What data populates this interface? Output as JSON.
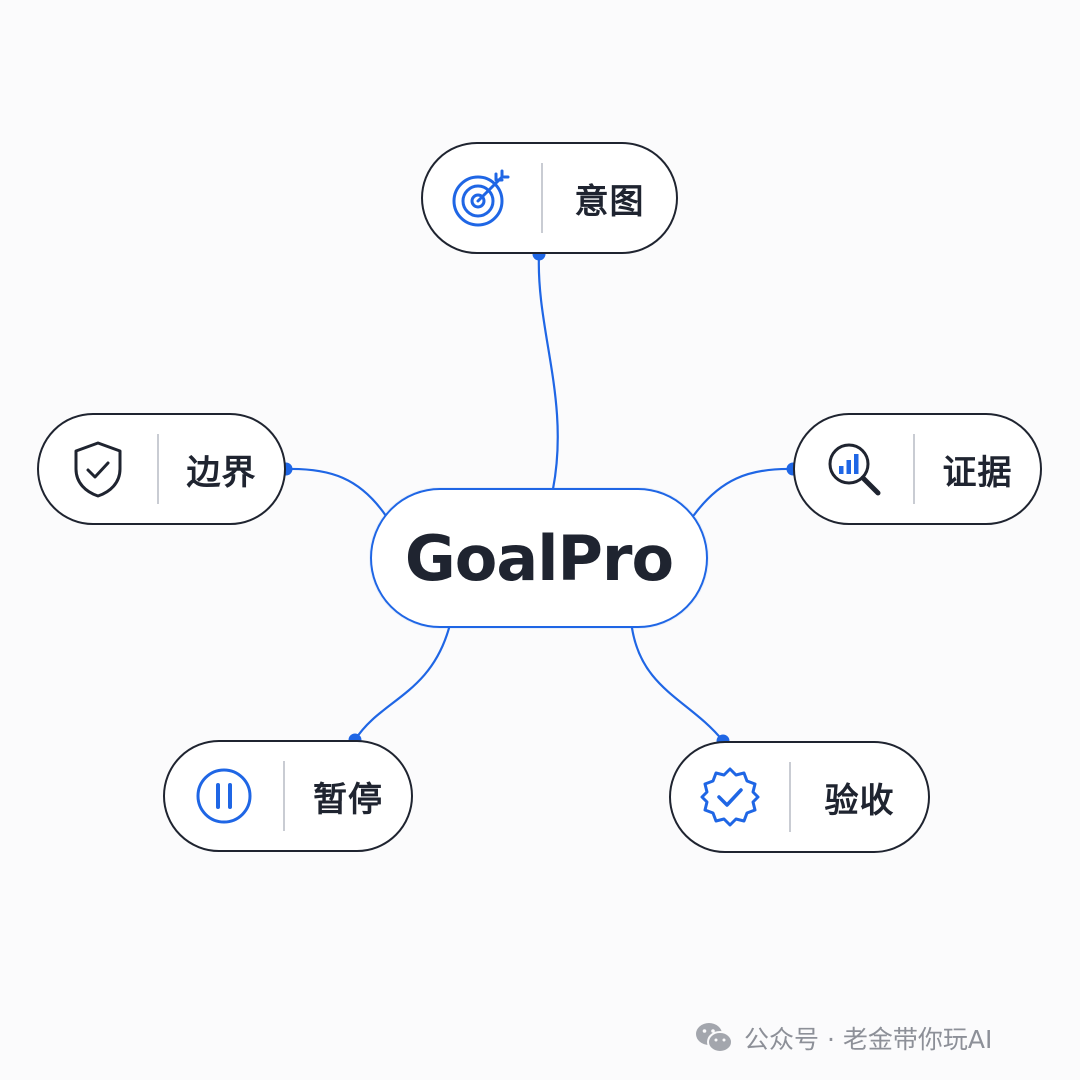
{
  "center": {
    "title": "GoalPro"
  },
  "nodes": [
    {
      "id": "intent",
      "label": "意图",
      "icon": "target-icon"
    },
    {
      "id": "boundary",
      "label": "边界",
      "icon": "shield-check-icon"
    },
    {
      "id": "evidence",
      "label": "证据",
      "icon": "magnifier-chart-icon"
    },
    {
      "id": "pause",
      "label": "暂停",
      "icon": "pause-icon"
    },
    {
      "id": "accept",
      "label": "验收",
      "icon": "badge-check-icon"
    }
  ],
  "watermark": {
    "text": "公众号 · 老金带你玩AI",
    "icon": "wechat-icon"
  },
  "colors": {
    "accent": "#1f66e5",
    "ink": "#1f2430",
    "divider": "#c9ccd3",
    "watermark": "#8d9098"
  }
}
